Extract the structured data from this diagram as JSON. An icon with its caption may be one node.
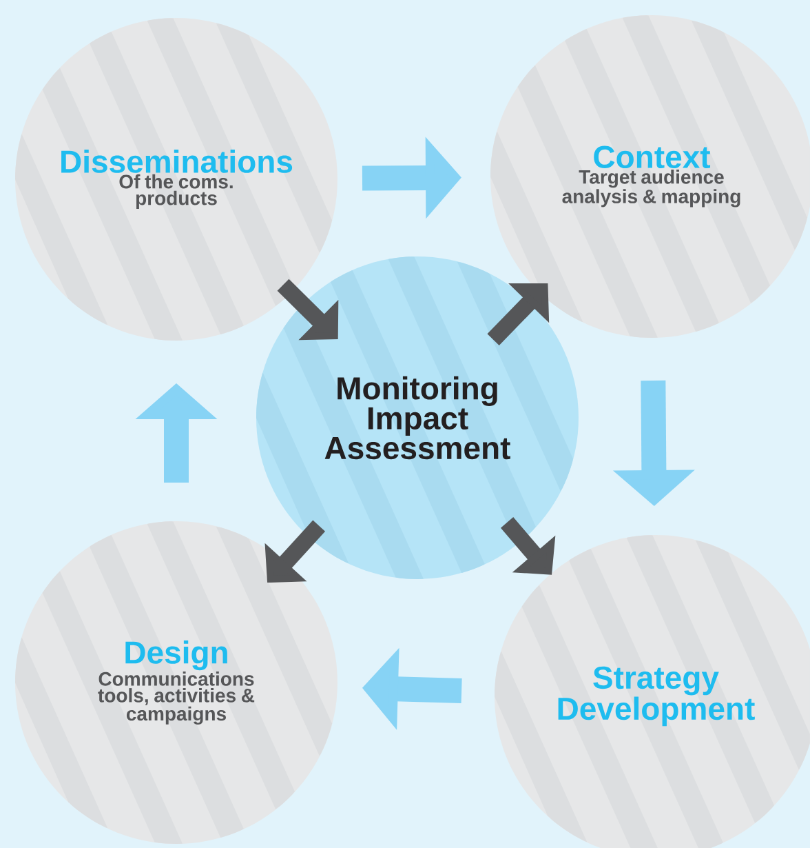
{
  "diagram": {
    "nodes": [
      {
        "text": [
          "Disseminations",
          "Of the coms. products"
        ]
      },
      {
        "text": [
          "Context",
          "Target audience analysis & mapping"
        ]
      },
      {
        "text": [
          "Strategy Development"
        ]
      },
      {
        "text": [
          "Design",
          "Communications tools, activities & campaigns"
        ]
      },
      {
        "text": [
          "Monitoring Impact Assessment"
        ]
      }
    ],
    "edges": [
      {
        "from": 0,
        "to": 1,
        "arrow": "to"
      },
      {
        "from": 1,
        "to": 2,
        "arrow": "to"
      },
      {
        "from": 2,
        "to": 3,
        "arrow": "to"
      },
      {
        "from": 3,
        "to": 0,
        "arrow": "to"
      },
      {
        "from": 0,
        "to": 4,
        "arrow": "to",
        "color": "#555658"
      },
      {
        "from": 4,
        "to": 1,
        "arrow": "to",
        "color": "#555658"
      },
      {
        "from": 4,
        "to": 3,
        "arrow": "to",
        "color": "#555658"
      },
      {
        "from": 4,
        "to": 2,
        "arrow": "to",
        "color": "#555658"
      }
    ]
  }
}
